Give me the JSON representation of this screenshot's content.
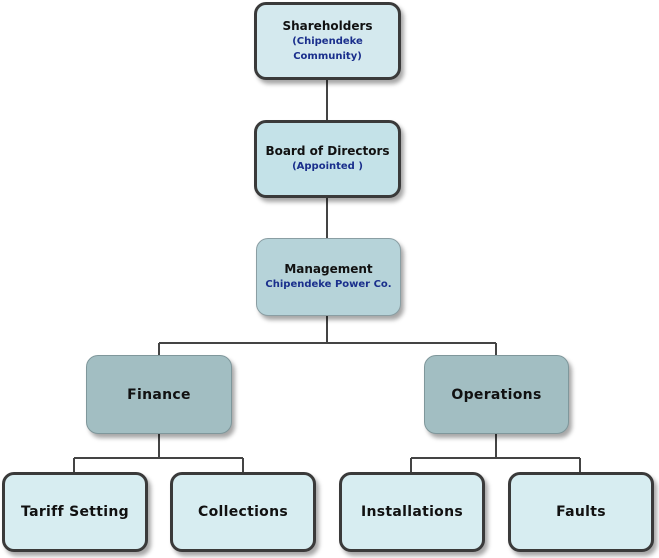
{
  "org_chart": {
    "shareholders": {
      "title": "Shareholders",
      "subtitle": "(Chipendeke Community)"
    },
    "board": {
      "title": "Board of Directors",
      "subtitle": "(Appointed )"
    },
    "management": {
      "title": "Management",
      "subtitle": "Chipendeke Power Co."
    },
    "finance": {
      "title": "Finance"
    },
    "operations": {
      "title": "Operations"
    },
    "tariff_setting": {
      "title": "Tariff Setting"
    },
    "collections": {
      "title": "Collections"
    },
    "installations": {
      "title": "Installations"
    },
    "faults": {
      "title": "Faults"
    }
  },
  "colors": {
    "line": "#444444",
    "subtitle_text": "#1a2f8c"
  }
}
